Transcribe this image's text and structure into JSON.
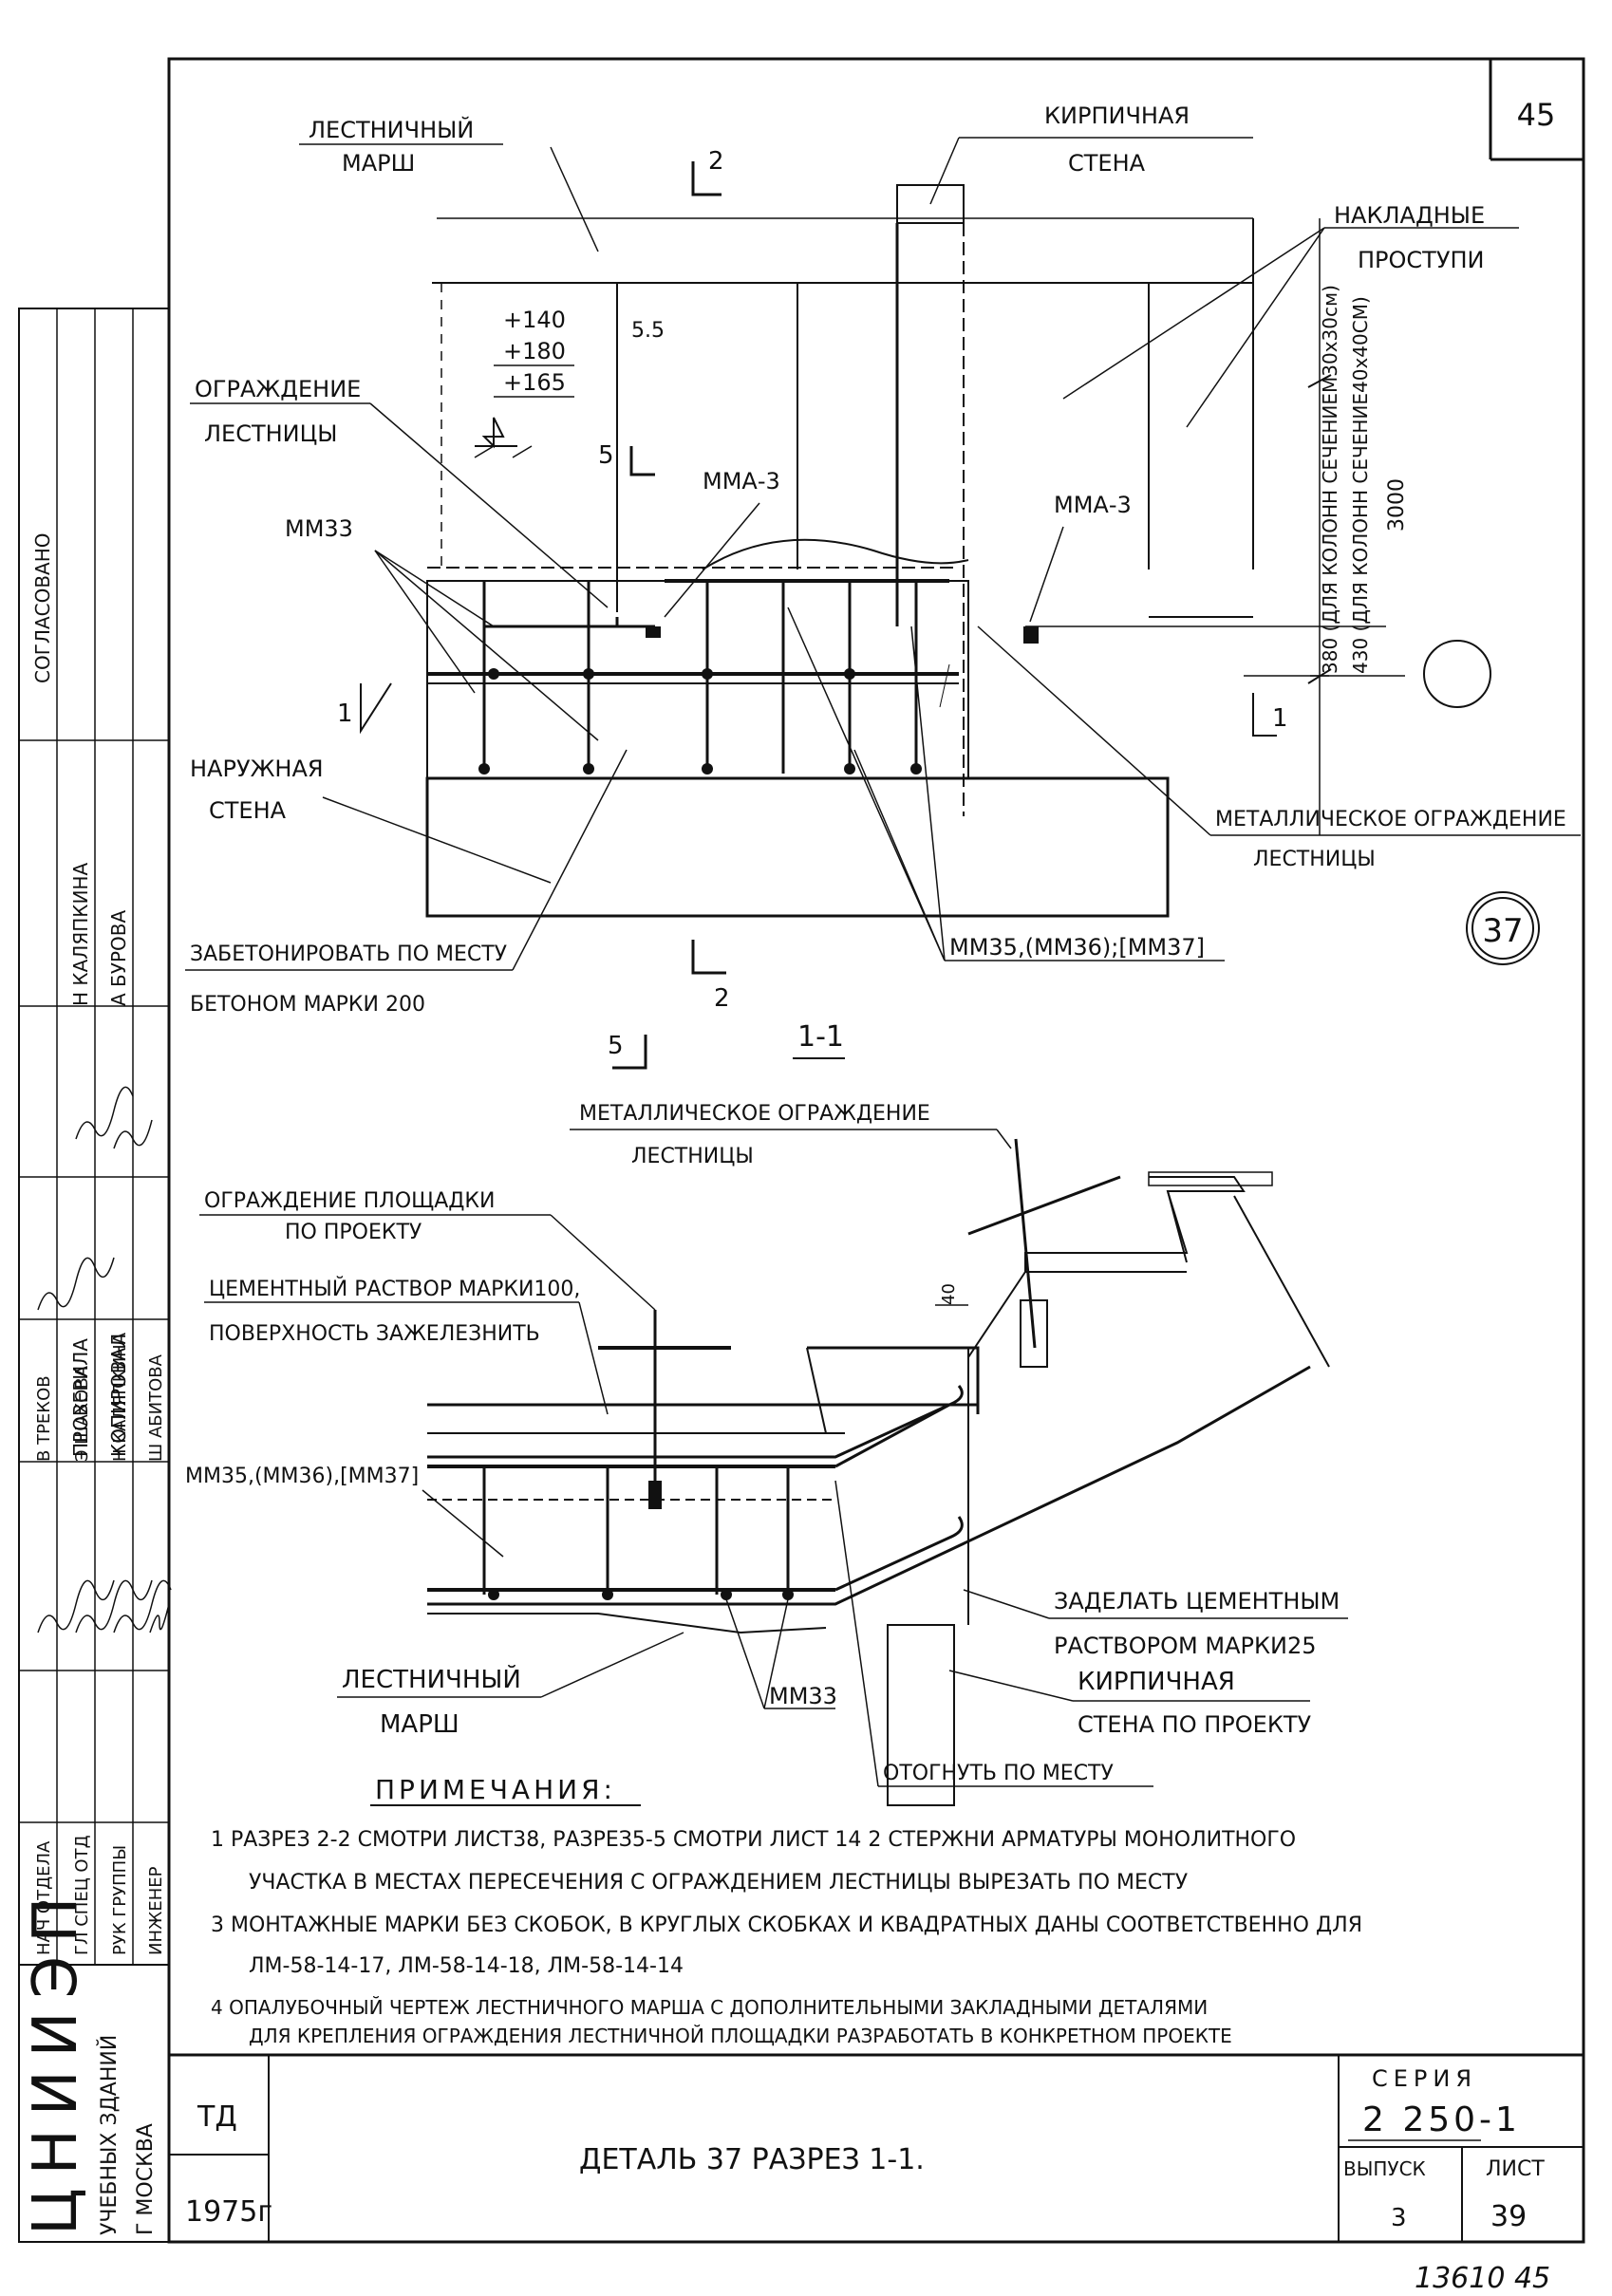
{
  "sheet": {
    "page_number": "45",
    "sheet_ref": "13610 45"
  },
  "section_1_1": {
    "title": "1-1",
    "labels": {
      "stair_flight_a": "ЛЕСТНИЧНЫЙ",
      "stair_flight_b": "МАРШ",
      "brick_wall_a": "КИРПИЧНАЯ",
      "brick_wall_b": "СТЕНА",
      "overlay_treads_a": "НАКЛАДНЫЕ",
      "overlay_treads_b": "ПРОСТУПИ",
      "railing_a": "ОГРАЖДЕНИЕ",
      "railing_b": "ЛЕСТНИЦЫ",
      "mm33": "ММ33",
      "mma3_left": "ММА-3",
      "mma3_right": "ММА-3",
      "outer_wall_a": "НАРУЖНАЯ",
      "outer_wall_b": "СТЕНА",
      "metal_railing_a": "МЕТАЛЛИЧЕСКОЕ ОГРАЖДЕНИЕ",
      "metal_railing_b": "ЛЕСТНИЦЫ",
      "concrete_a": "ЗАБЕТОНИРОВАТЬ ПО МЕСТУ",
      "concrete_b": "БЕТОНОМ МАРКИ 200",
      "marks": "ММ35,(ММ36);[ММ37]"
    },
    "elevations": [
      "+140",
      "+180",
      "+165"
    ],
    "dim_55": "5.5",
    "vertical_dims": [
      "380 (ДЛЯ КОЛОНН СЕЧЕНИЕМ30х30см)",
      "430 (ДЛЯ КОЛОНН СЕЧЕНИЕ40х40СМ)",
      "3000"
    ],
    "cut_marks": {
      "two": "2",
      "five": "5",
      "one": "1"
    },
    "detail_number": "37"
  },
  "section_lower": {
    "labels": {
      "metal_railing_a": "МЕТАЛЛИЧЕСКОЕ ОГРАЖДЕНИЕ",
      "metal_railing_b": "ЛЕСТНИЦЫ",
      "landing_railing_a": "ОГРАЖДЕНИЕ ПЛОЩАДКИ",
      "landing_railing_b": "ПО ПРОЕКТУ",
      "mortar_a": "ЦЕМЕНТНЫЙ РАСТВОР МАРКИ100,",
      "mortar_b": "ПОВЕРХНОСТЬ ЗАЖЕЛЕЗНИТЬ",
      "marks": "ММ35,(ММ36),[ММ37]",
      "dim_40": "40",
      "seal_a": "ЗАДЕЛАТЬ ЦЕМЕНТНЫМ",
      "seal_b": "РАСТВОРОМ МАРКИ25",
      "brick_a": "КИРПИЧНАЯ",
      "brick_b": "СТЕНА  ПО ПРОЕКТУ",
      "flight_a": "ЛЕСТНИЧНЫЙ",
      "flight_b": "МАРШ",
      "mm33": "ММ33",
      "bend": "ОТОГНУТЬ ПО МЕСТУ"
    }
  },
  "notes": {
    "heading": "ПРИМЕЧАНИЯ:",
    "lines": [
      "1  РАЗРЕЗ 2-2 СМОТРИ ЛИСТ38, РАЗРЕЗ5-5 СМОТРИ ЛИСТ 14  2 СТЕРЖНИ АРМАТУРЫ МОНОЛИТНОГО",
      "УЧАСТКА В МЕСТАХ ПЕРЕСЕЧЕНИЯ  С ОГРАЖДЕНИЕМ ЛЕСТНИЦЫ ВЫРЕЗАТЬ ПО МЕСТУ",
      "3  МОНТАЖНЫЕ МАРКИ БЕЗ СКОБОК, В КРУГЛЫХ СКОБКАХ И КВАДРАТНЫХ ДАНЫ СООТВЕТСТВЕННО ДЛЯ",
      "ЛМ-58-14-17,  ЛМ-58-14-18,  ЛМ-58-14-14",
      "4  ОПАЛУБОЧНЫЙ ЧЕРТЕЖ ЛЕСТНИЧНОГО МАРША С ДОПОЛНИТЕЛЬНЫМИ ЗАКЛАДНЫМИ ДЕТАЛЯМИ",
      "ДЛЯ КРЕПЛЕНИЯ ОГРАЖДЕНИЯ ЛЕСТНИЧНОЙ ПЛОЩАДКИ РАЗРАБОТАТЬ В КОНКРЕТНОМ ПРОЕКТЕ"
    ]
  },
  "title_block": {
    "org": "ЦНИИЭП",
    "org_sub_a": "УЧЕБНЫХ ЗДАНИЙ",
    "org_sub_b": "Г МОСКВА",
    "td": "ТД",
    "year": "1975г",
    "title": "ДЕТАЛЬ 37  РАЗРЕЗ 1-1.",
    "series_label": "СЕРИЯ",
    "series": "2 250-1",
    "issue_label": "ВЫПУСК",
    "issue": "3",
    "sheet_label": "ЛИСТ",
    "sheet": "39"
  },
  "side_stamp": {
    "top_text": "СОГЛАСОВАНО",
    "roles": [
      "НАЧ ОТДЕЛА",
      "ГЛ СПЕЦ ОТД",
      "РУК ГРУППЫ",
      "ИНЖЕНЕР"
    ],
    "names1": [
      "В ТРЕКОВ",
      "Э ШАХОВА",
      "Н КАЛЯПКИНА",
      "Ш АБИТОВА"
    ],
    "roles2": [
      "ПРОВЕРИЛА",
      "КОПИРОВАЛ"
    ],
    "names2": [
      "Н КАЛЯПКИНА",
      "А БУРОВА"
    ]
  }
}
